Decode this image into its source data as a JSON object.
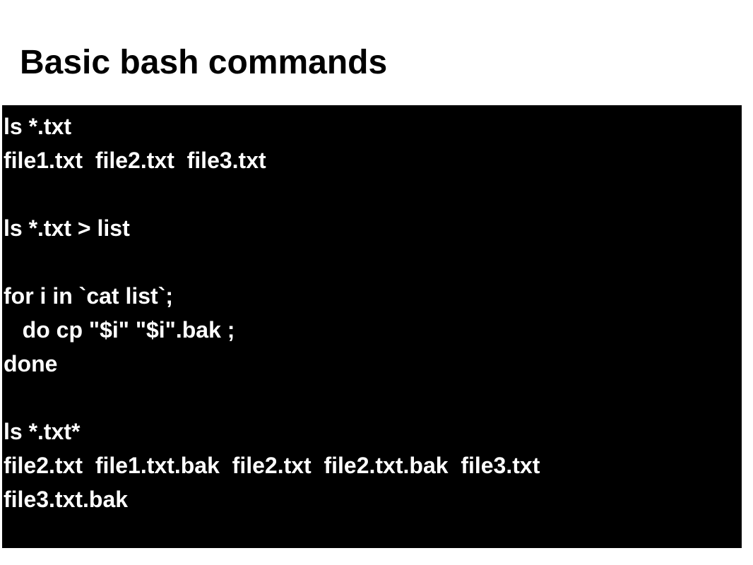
{
  "slide": {
    "title": "Basic bash commands"
  },
  "terminal": {
    "lines": [
      "ls *.txt",
      "file1.txt  file2.txt  file3.txt",
      "",
      "ls *.txt > list",
      "",
      "for i in `cat list`;",
      "   do cp \"$i\" \"$i\".bak ;",
      "done",
      "",
      "ls *.txt*",
      "file2.txt  file1.txt.bak  file2.txt  file2.txt.bak  file3.txt",
      "file3.txt.bak"
    ]
  },
  "colors": {
    "terminal_background": "#000000",
    "terminal_text": "#ffffff",
    "title_text": "#000000",
    "page_background": "#ffffff"
  }
}
